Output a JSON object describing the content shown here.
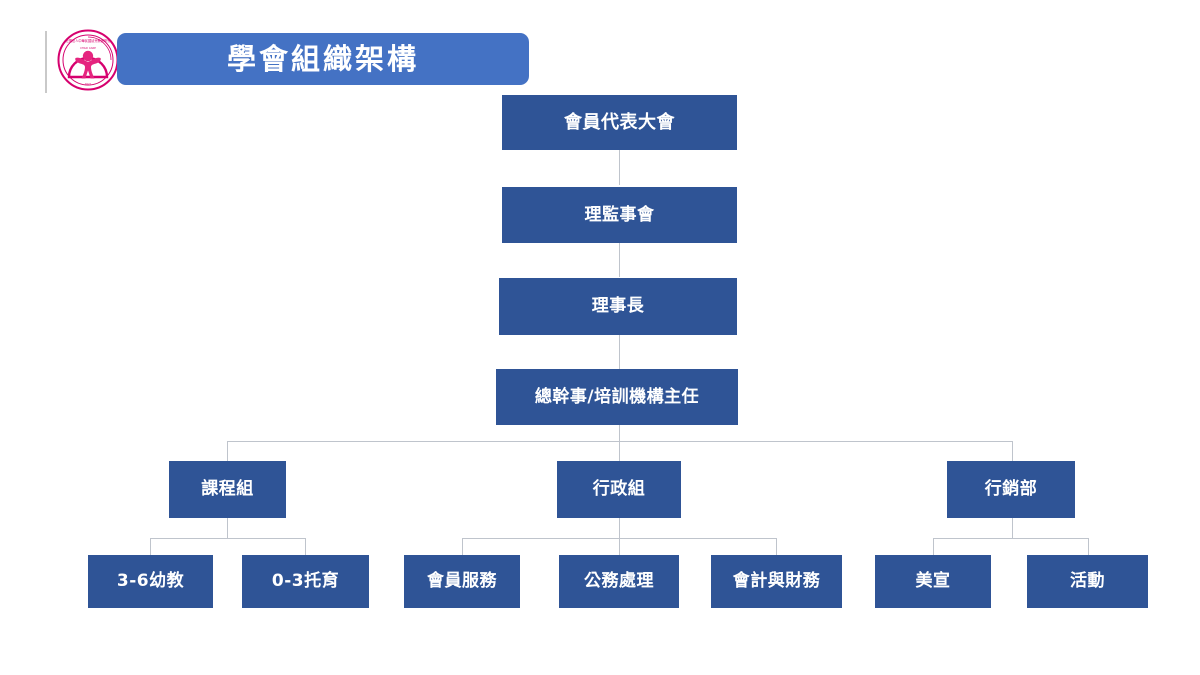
{
  "header": {
    "title": "學會組織架構",
    "logo_name": "association-logo",
    "title_bar_color": "#4472C4"
  },
  "chart_data": {
    "type": "diagram",
    "title": "學會組織架構",
    "node_color": "#2F5496",
    "node_text_color": "#FFFFFF",
    "connector_color": "#BFC4CC",
    "nodes": [
      {
        "id": "n1",
        "label": "會員代表大會",
        "level": 1
      },
      {
        "id": "n2",
        "label": "理監事會",
        "level": 2
      },
      {
        "id": "n3",
        "label": "理事長",
        "level": 3
      },
      {
        "id": "n4",
        "label": "總幹事/培訓機構主任",
        "level": 4
      },
      {
        "id": "n5",
        "label": "課程組",
        "level": 5
      },
      {
        "id": "n6",
        "label": "行政組",
        "level": 5
      },
      {
        "id": "n7",
        "label": "行銷部",
        "level": 5
      },
      {
        "id": "n8",
        "label": "3-6幼教",
        "level": 6
      },
      {
        "id": "n9",
        "label": "0-3托育",
        "level": 6
      },
      {
        "id": "n10",
        "label": "會員服務",
        "level": 6
      },
      {
        "id": "n11",
        "label": "公務處理",
        "level": 6
      },
      {
        "id": "n12",
        "label": "會計與財務",
        "level": 6
      },
      {
        "id": "n13",
        "label": "美宣",
        "level": 6
      },
      {
        "id": "n14",
        "label": "活動",
        "level": 6
      }
    ],
    "edges": [
      {
        "from": "n1",
        "to": "n2"
      },
      {
        "from": "n2",
        "to": "n3"
      },
      {
        "from": "n3",
        "to": "n4"
      },
      {
        "from": "n4",
        "to": "n5"
      },
      {
        "from": "n4",
        "to": "n6"
      },
      {
        "from": "n4",
        "to": "n7"
      },
      {
        "from": "n5",
        "to": "n8"
      },
      {
        "from": "n5",
        "to": "n9"
      },
      {
        "from": "n6",
        "to": "n10"
      },
      {
        "from": "n6",
        "to": "n11"
      },
      {
        "from": "n6",
        "to": "n12"
      },
      {
        "from": "n7",
        "to": "n13"
      },
      {
        "from": "n7",
        "to": "n14"
      }
    ]
  }
}
